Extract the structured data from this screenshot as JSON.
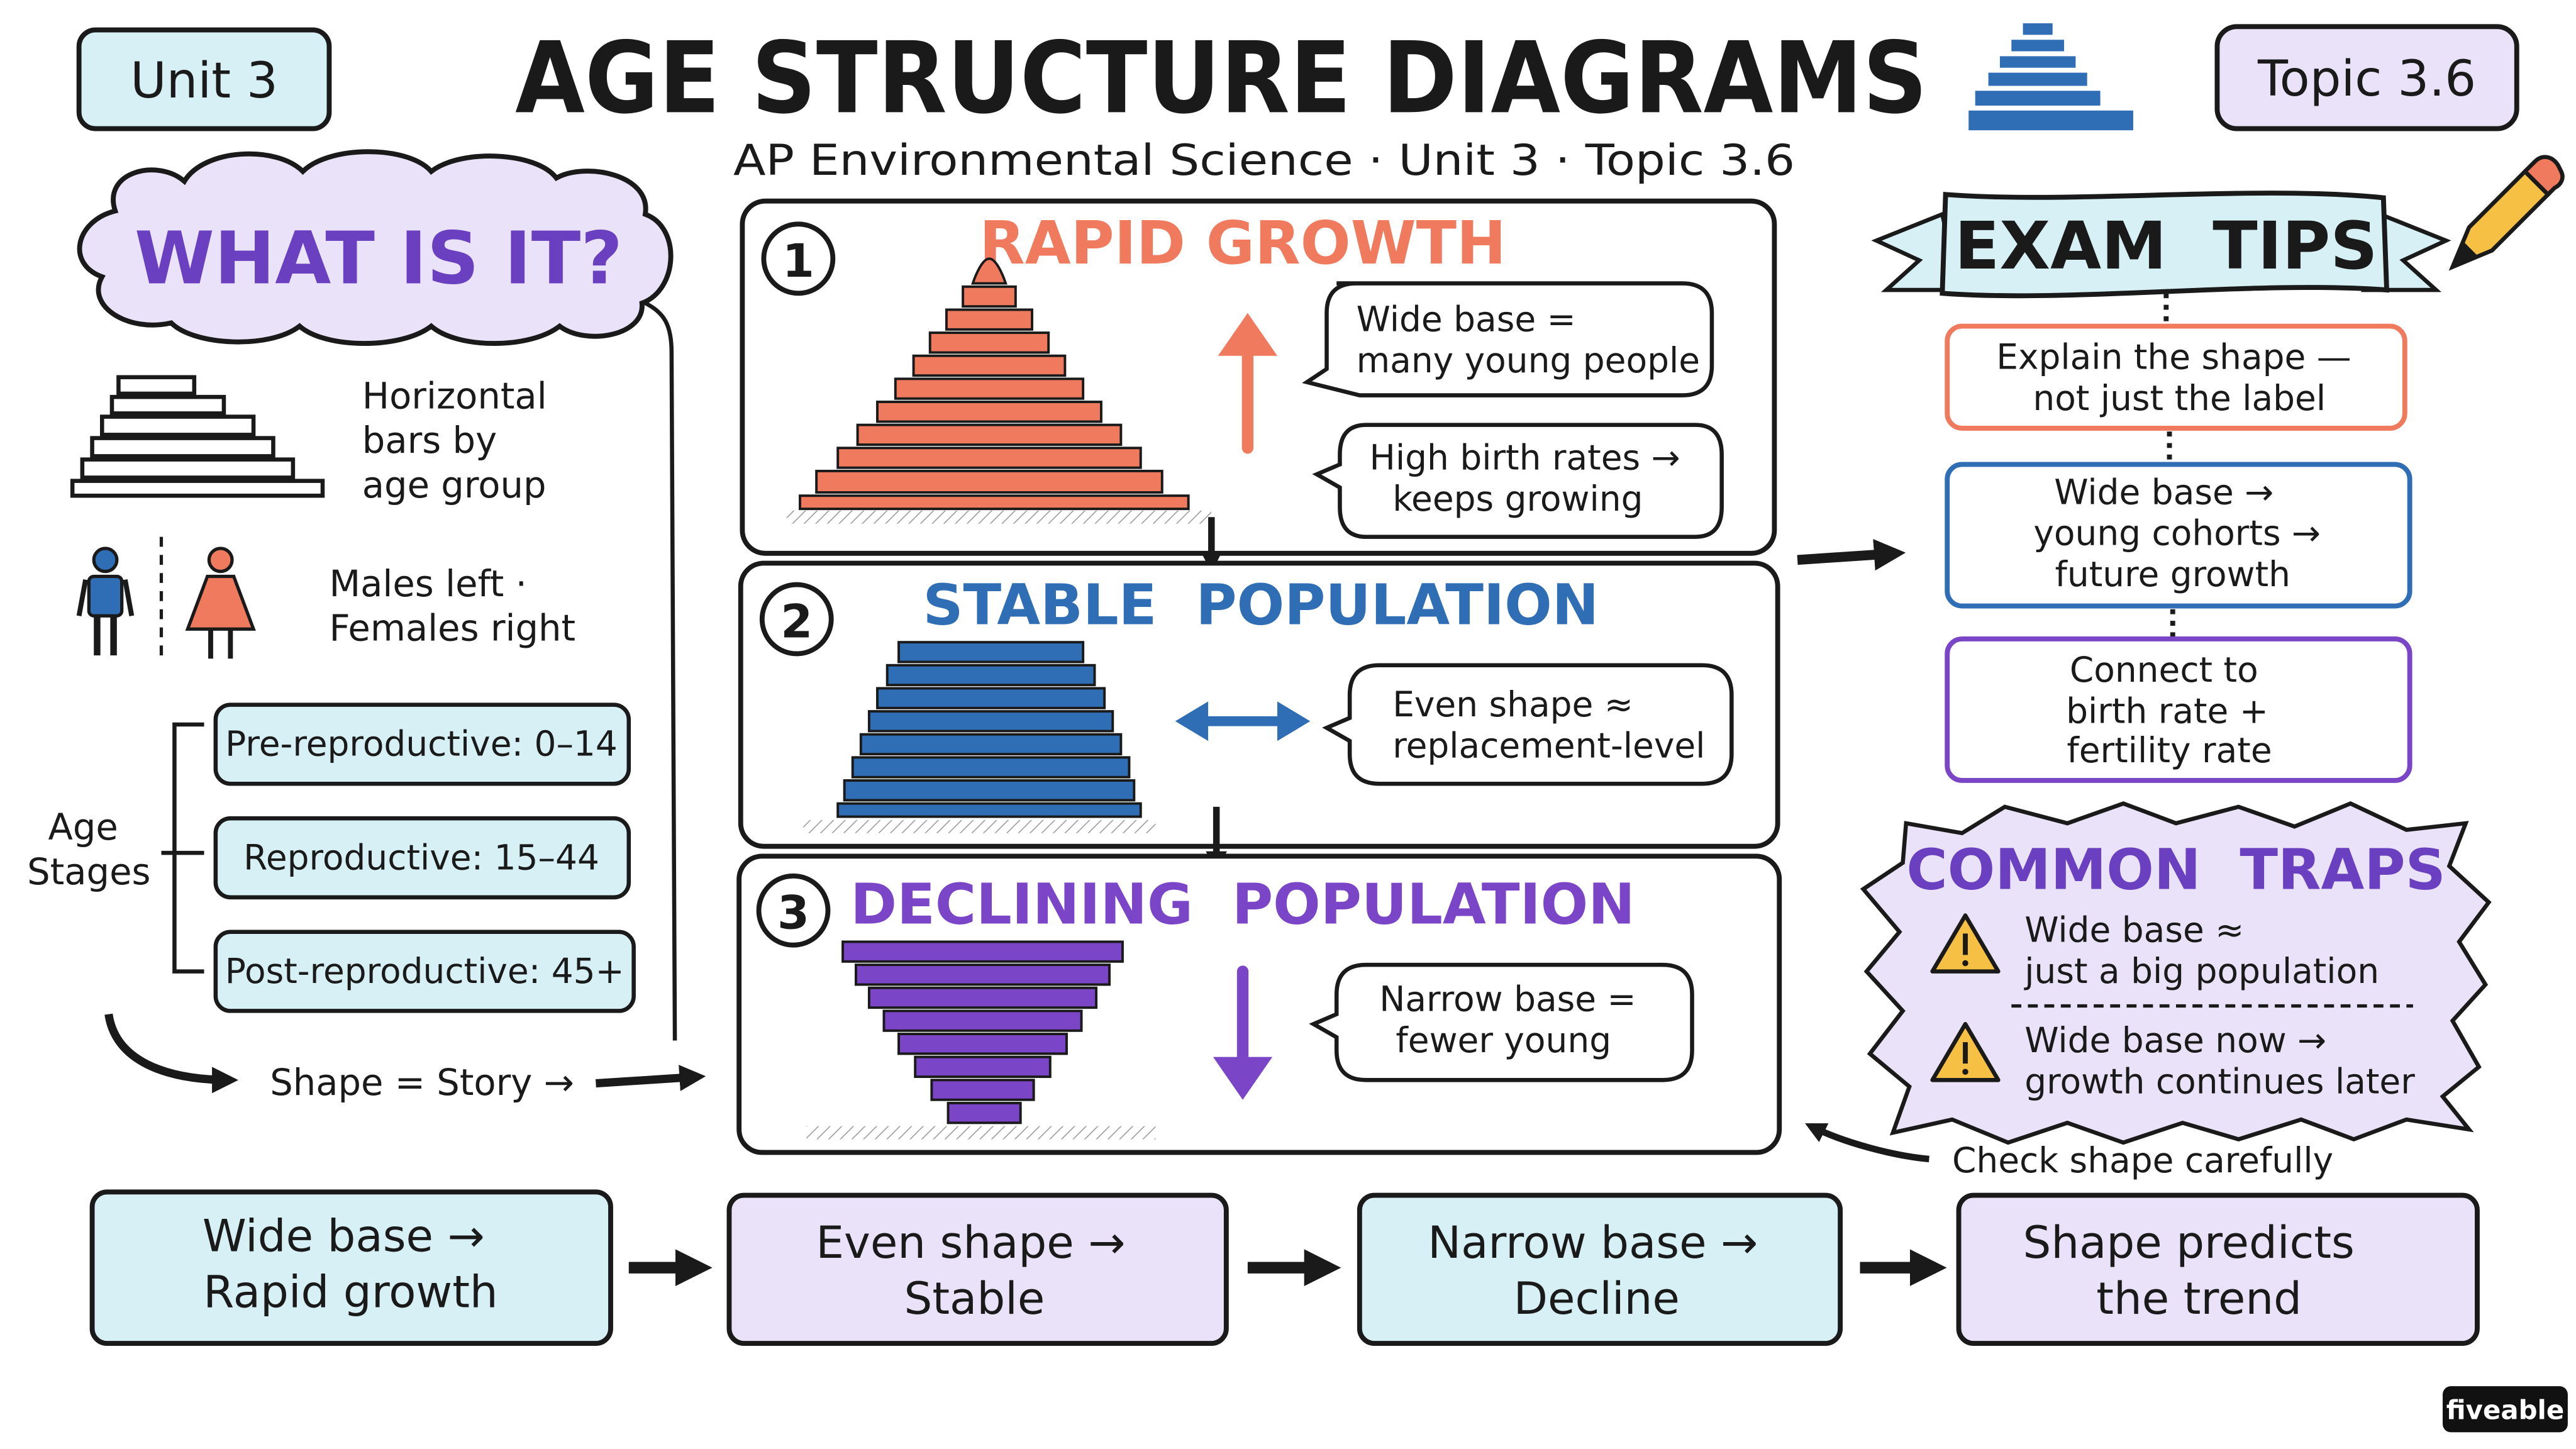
{
  "header": {
    "unit_badge": "Unit 3",
    "topic_badge": "Topic 3.6",
    "title": "AGE STRUCTURE DIAGRAMS",
    "subtitle": "AP Environmental Science · Unit 3 · Topic 3.6"
  },
  "what_is_it": {
    "heading": "WHAT IS IT?",
    "bars_text": [
      "Horizontal",
      "bars by",
      "age group"
    ],
    "sex_text": [
      "Males left ·",
      "Females right"
    ],
    "stages_label": [
      "Age",
      "Stages"
    ],
    "stages": [
      "Pre-reproductive: 0–14",
      "Reproductive: 15–44",
      "Post-reproductive: 45+"
    ],
    "shape_story": "Shape = Story →"
  },
  "panels": [
    {
      "number": "1",
      "title": "RAPID GROWTH",
      "notes": [
        [
          "Wide base =",
          "many young people"
        ],
        [
          "High birth rates →",
          "keeps growing"
        ]
      ]
    },
    {
      "number": "2",
      "title": "STABLE  POPULATION",
      "notes": [
        [
          "Even shape ≈",
          "replacement-level"
        ]
      ]
    },
    {
      "number": "3",
      "title": "DECLINING  POPULATION",
      "notes": [
        [
          "Narrow base =",
          "fewer young"
        ]
      ]
    }
  ],
  "exam_tips": {
    "heading": "EXAM  TIPS",
    "tips": [
      [
        "Explain the shape —",
        "not just the label"
      ],
      [
        "Wide base →",
        "young cohorts →",
        "future growth"
      ],
      [
        "Connect to",
        "birth rate +",
        "fertility rate"
      ]
    ]
  },
  "common_traps": {
    "heading": "COMMON  TRAPS",
    "traps": [
      [
        "Wide base ≈",
        "just a big population"
      ],
      [
        "Wide base now →",
        "growth continues later"
      ]
    ],
    "check_note": "Check shape carefully"
  },
  "flow": [
    [
      "Wide base →",
      "Rapid growth"
    ],
    [
      "Even shape →",
      "Stable"
    ],
    [
      "Narrow base →",
      "Decline"
    ],
    [
      "Shape predicts",
      "the trend"
    ]
  ],
  "brand": "fiveable",
  "colors": {
    "ink": "#1a1a1a",
    "teal_fill": "#d6f0f5",
    "lavender_fill": "#e9e2f8",
    "coral": "#f07a5e",
    "blue": "#2f6db5",
    "purple": "#7b45c8",
    "cloud_text": "#6a3fc0",
    "warning": "#f5c043"
  }
}
